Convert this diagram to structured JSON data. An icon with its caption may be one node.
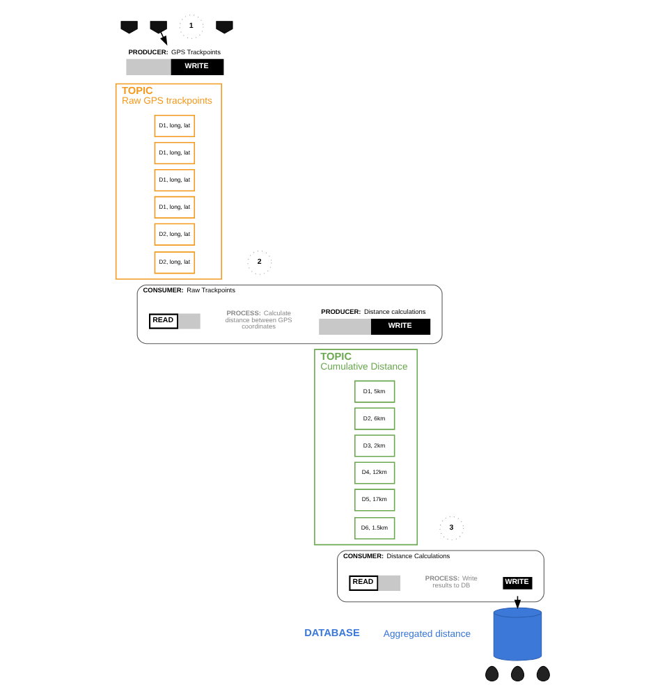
{
  "diagram": {
    "nodes": [
      {
        "text": [],
        "shape": "car"
      },
      {
        "text": [],
        "shape": "car"
      },
      {
        "text": [],
        "shape": "car"
      },
      {
        "text": [
          "1"
        ]
      },
      {
        "text": [
          "WRITE"
        ],
        "beside": [
          "**PRODUCER:** GPS Trackpoints"
        ]
      },
      {
        "text": [
          "TOPIC",
          "Raw GPS trackpoints"
        ]
      },
      {
        "text": [
          "D1, long, lat"
        ],
        "in": 5
      },
      {
        "text": [
          "D1, long, lat"
        ],
        "in": 5
      },
      {
        "text": [
          "D1, long, lat"
        ],
        "in": 5
      },
      {
        "text": [
          "D1, long, lat"
        ],
        "in": 5
      },
      {
        "text": [
          "D2, long, lat"
        ],
        "in": 5
      },
      {
        "text": [
          "D2, long, lat"
        ],
        "in": 5
      },
      {
        "text": [
          "2"
        ]
      },
      {
        "text": [
          "**CONSUMER:** Raw Trackpoints"
        ]
      },
      {
        "text": [
          "READ"
        ],
        "in": 13
      },
      {
        "text": [
          "**PROCESS:** Calculate distance between GPS coordinates"
        ],
        "in": 13
      },
      {
        "text": [
          "WRITE"
        ],
        "in": 13,
        "beside": [
          "**PRODUCER:** Distance calculations"
        ]
      },
      {
        "text": [
          "TOPIC",
          "Cumulative Distance"
        ]
      },
      {
        "text": [
          "D1, 5km"
        ],
        "in": 17
      },
      {
        "text": [
          "D2, 6km"
        ],
        "in": 17
      },
      {
        "text": [
          "D3, 2km"
        ],
        "in": 17
      },
      {
        "text": [
          "D4, 12km"
        ],
        "in": 17
      },
      {
        "text": [
          "D5, 17km"
        ],
        "in": 17
      },
      {
        "text": [
          "D6, 1.5km"
        ],
        "in": 17
      },
      {
        "text": [
          "3"
        ]
      },
      {
        "text": [
          "**CONSUMER:** Distance Calculations"
        ]
      },
      {
        "text": [
          "READ"
        ],
        "in": 25
      },
      {
        "text": [
          "**PROCESS:** Write results to DB"
        ],
        "in": 25
      },
      {
        "text": [
          "WRITE"
        ],
        "in": 25
      },
      {
        "text": [],
        "shape": "cylinder",
        "beside": [
          "DATABASE",
          "Aggregated distance"
        ]
      },
      {
        "text": [],
        "shape": "person"
      },
      {
        "text": [],
        "shape": "person"
      },
      {
        "text": [],
        "shape": "person"
      }
    ],
    "edges": [
      {
        "from": 1,
        "to": 4,
        "arrow": "to"
      },
      {
        "from": 28,
        "to": 29,
        "arrow": "to"
      }
    ]
  }
}
